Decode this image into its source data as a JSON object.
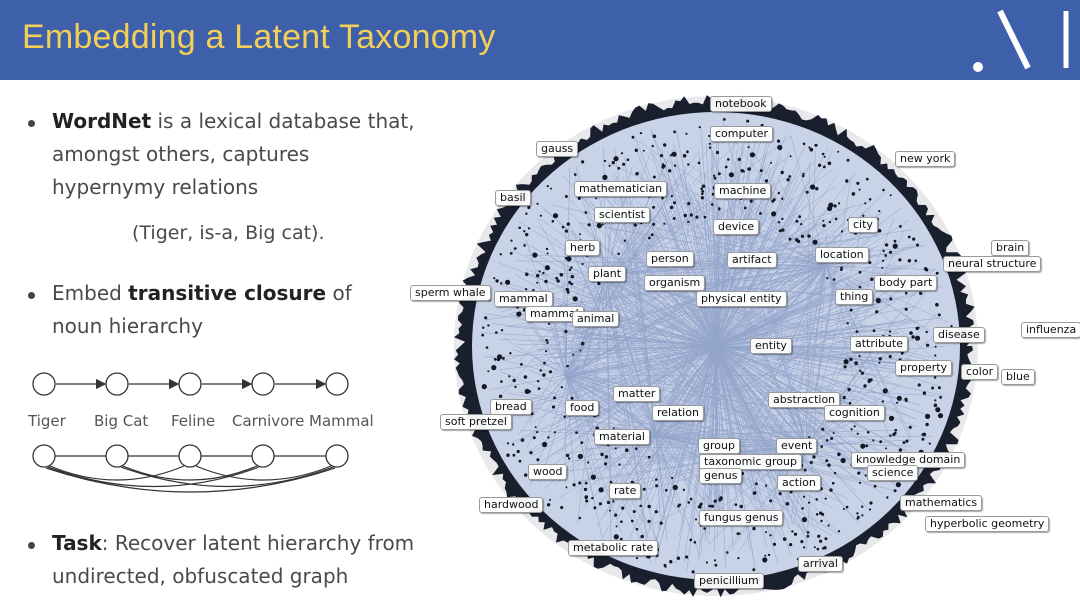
{
  "slide": {
    "title": "Embedding a Latent Taxonomy",
    "header_color": "#3e5fa9",
    "title_color": "#f2cf58"
  },
  "bullets": [
    {
      "bold": "WordNet",
      "text_lines": [
        " is a lexical database that,",
        "amongst others, captures",
        "hypernymy relations"
      ]
    },
    {
      "pre": "Embed ",
      "bold": "transitive closure",
      "text_lines": [
        " of",
        "noun hierarchy"
      ]
    },
    {
      "bold": "Task",
      "text_lines": [
        ": Recover latent hierarchy from",
        "undirected, obfuscated graph"
      ]
    }
  ],
  "example": "(Tiger, is-a, Big cat).",
  "chain": {
    "nodes": [
      "Tiger",
      "Big Cat",
      "Feline",
      "Carnivore",
      "Mammal"
    ]
  },
  "embedding": {
    "labels": [
      "notebook",
      "computer",
      "gauss",
      "new york",
      "mathematician",
      "machine",
      "basil",
      "scientist",
      "device",
      "city",
      "herb",
      "person",
      "artifact",
      "location",
      "brain",
      "neural structure",
      "plant",
      "organism",
      "body part",
      "sperm whale",
      "mammal",
      "physical entity",
      "thing",
      "mammal",
      "animal",
      "disease",
      "influenza",
      "entity",
      "attribute",
      "property",
      "color",
      "blue",
      "matter",
      "abstraction",
      "bread",
      "food",
      "relation",
      "cognition",
      "soft pretzel",
      "material",
      "group",
      "event",
      "knowledge domain",
      "taxonomic group",
      "genus",
      "science",
      "wood",
      "action",
      "rate",
      "mathematics",
      "hardwood",
      "fungus genus",
      "hyperbolic geometry",
      "metabolic rate",
      "arrival",
      "penicillium"
    ],
    "node_color": "#2f4f96"
  }
}
